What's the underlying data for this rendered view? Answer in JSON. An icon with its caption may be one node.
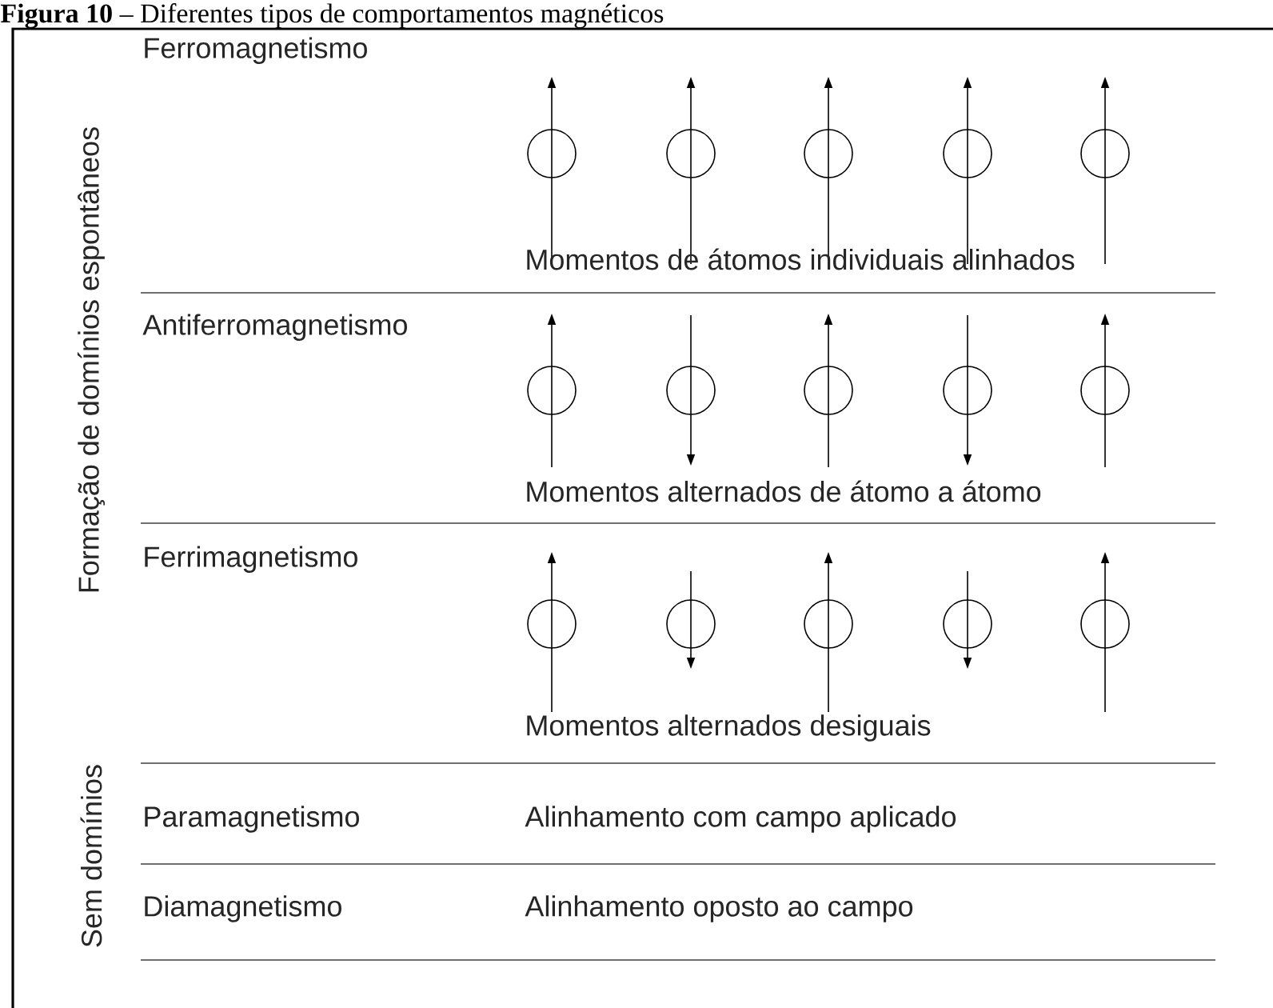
{
  "diagram": {
    "title": "**Figura 10** – Diferentes tipos de comportamentos magnéticos",
    "labels": [
      "Formação de domínios espontâneos",
      "Ferromagnetismo",
      "Momentos de átomos individuais alinhados",
      "Antiferromagnetismo",
      "Momentos alternados de átomo a átomo",
      "Ferrimagnetismo",
      "Momentos alternados desiguais",
      "Sem domínios",
      "Paramagnetismo",
      "Alinhamento com campo aplicado",
      "Diamagnetismo",
      "Alinhamento oposto ao campo"
    ]
  }
}
